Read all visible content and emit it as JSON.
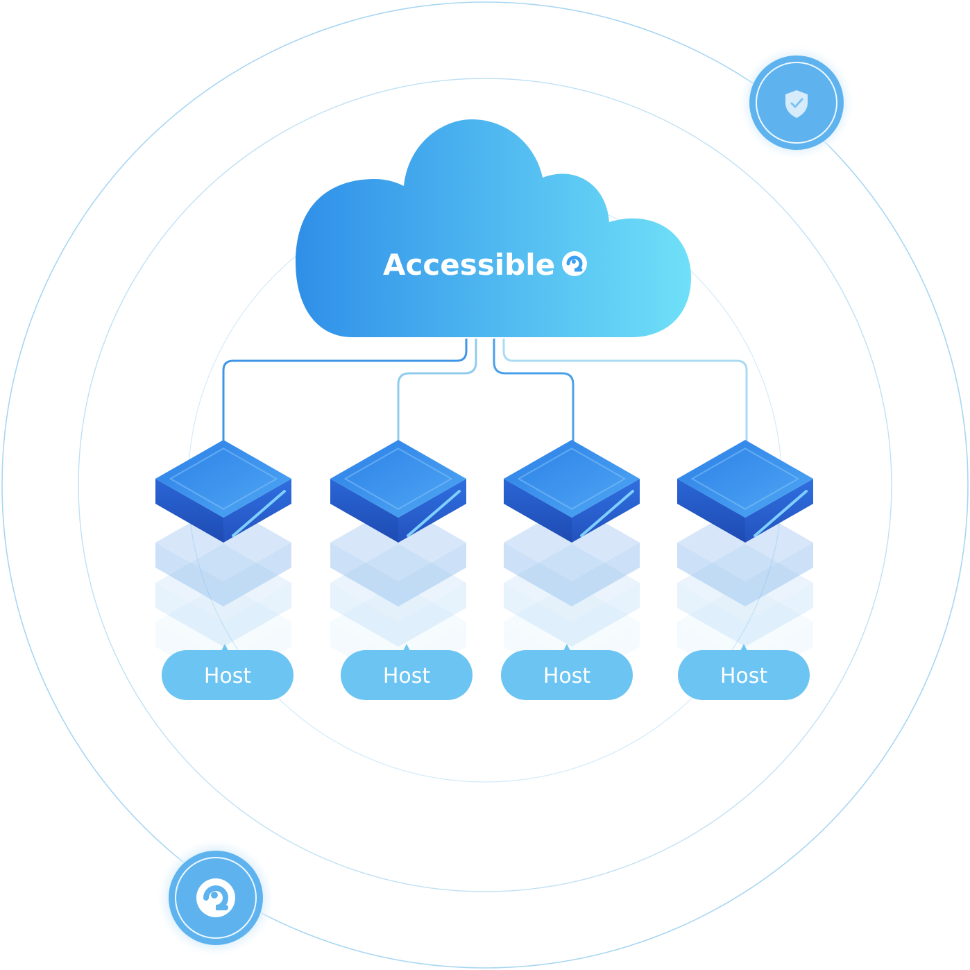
{
  "diagram": {
    "cloud": {
      "brand_name": "Accessible",
      "brand_logo_icon": "accessible-e-logo-icon"
    },
    "hosts": [
      {
        "label": "Host"
      },
      {
        "label": "Host"
      },
      {
        "label": "Host"
      },
      {
        "label": "Host"
      }
    ],
    "badges": {
      "security": {
        "icon": "shield-check-icon"
      },
      "brand": {
        "icon": "accessible-e-logo-icon"
      }
    },
    "colors": {
      "cloud_left": "#2f8fe8",
      "cloud_right": "#6fe0f8",
      "server_top": "#3a8ff0",
      "server_side": "#2456c4",
      "host_pill": "#6cc4f2",
      "ring": "#9fd2f0",
      "badge": "#5eb3ef"
    }
  }
}
